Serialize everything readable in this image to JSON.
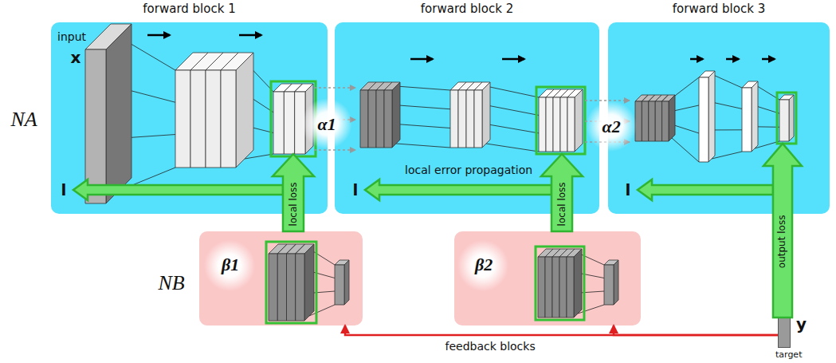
{
  "diagram": {
    "nodes": [
      {
        "text": [
          "forward block 1"
        ]
      },
      {
        "text": [
          "forward block 2"
        ]
      },
      {
        "text": [
          "forward block 3"
        ]
      },
      {
        "text": [
          "β1"
        ]
      },
      {
        "text": [
          "β2"
        ]
      },
      {
        "text": [
          "y",
          "target"
        ]
      }
    ],
    "edges": [
      {
        "from": 3,
        "to": 0,
        "arrow": "to",
        "label": "local loss"
      },
      {
        "from": 4,
        "to": 1,
        "arrow": "to",
        "label": "local loss"
      },
      {
        "from": 5,
        "to": 2,
        "arrow": "to",
        "label": "output loss"
      },
      {
        "from": 5,
        "to": 3,
        "arrow": "to",
        "label": "feedback blocks"
      },
      {
        "from": 5,
        "to": 4,
        "arrow": "to"
      }
    ],
    "labels": [
      "input",
      "x",
      "NA",
      "α1",
      "α2",
      "NB",
      "l",
      "l",
      "l",
      "local error propagation"
    ]
  }
}
